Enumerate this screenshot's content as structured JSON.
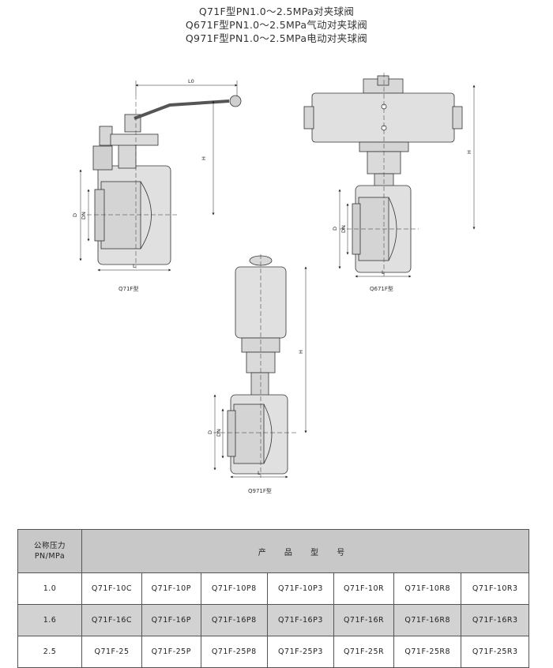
{
  "titles": [
    "Q71F型PN1.0～2.5MPa对夹球阀",
    "Q671F型PN1.0～2.5MPa气动对夹球阀",
    "Q971F型PN1.0～2.5MPa电动对夹球阀"
  ],
  "drawings": {
    "q71f": {
      "caption": "Q71F型",
      "dims": {
        "L0": "L0",
        "H": "H",
        "D": "D",
        "DN": "DN",
        "L": "L"
      }
    },
    "q671f": {
      "caption": "Q671F型",
      "dims": {
        "H": "H",
        "D": "D",
        "DN": "DN",
        "L": "L"
      }
    },
    "q971f": {
      "caption": "Q971F型",
      "dims": {
        "H": "H",
        "D": "D",
        "DN": "DN",
        "L": "L"
      }
    }
  },
  "table": {
    "pressure_header_line1": "公称压力",
    "pressure_header_line2": "PN/MPa",
    "product_header": "产 品 型 号",
    "rows": [
      {
        "pressure": "1.0",
        "models": [
          "Q71F-10C",
          "Q71F-10P",
          "Q71F-10P8",
          "Q71F-10P3",
          "Q71F-10R",
          "Q71F-10R8",
          "Q71F-10R3"
        ]
      },
      {
        "pressure": "1.6",
        "models": [
          "Q71F-16C",
          "Q71F-16P",
          "Q71F-16P8",
          "Q71F-16P3",
          "Q71F-16R",
          "Q71F-16R8",
          "Q71F-16R3"
        ]
      },
      {
        "pressure": "2.5",
        "models": [
          "Q71F-25",
          "Q71F-25P",
          "Q71F-25P8",
          "Q71F-25P3",
          "Q71F-25R",
          "Q71F-25R8",
          "Q71F-25R3"
        ]
      }
    ]
  },
  "colors": {
    "body_fill": "#e0e0e0",
    "line": "#333333",
    "table_header": "#c8c8c8",
    "table_shade": "#d2d2d2"
  }
}
